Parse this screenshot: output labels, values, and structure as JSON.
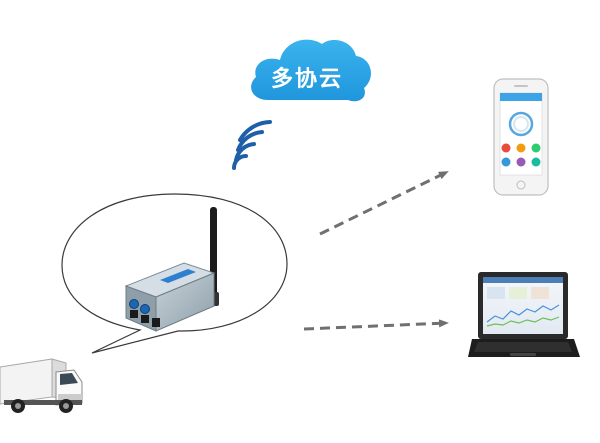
{
  "cloud": {
    "label": "多协云",
    "color": "#2ea7e8"
  },
  "wifi": {
    "icon": "wifi-signal-icon",
    "color": "#1e5fa8"
  },
  "speech_bubble": {
    "icon": "speech-bubble-icon"
  },
  "gateway": {
    "icon": "wireless-gateway-icon",
    "body_color": "#a9b8c2",
    "label_color": "#2d7fd0"
  },
  "truck": {
    "icon": "refrigerated-truck-icon"
  },
  "phone": {
    "icon": "smartphone-icon",
    "status_dots": [
      "#e74c3c",
      "#f39c12",
      "#2ecc71",
      "#3498db",
      "#9b59b6",
      "#1abc9c"
    ]
  },
  "laptop": {
    "icon": "laptop-icon"
  },
  "arrows": {
    "color": "#707070",
    "items": [
      "to-phone-arrow",
      "to-laptop-arrow"
    ]
  }
}
